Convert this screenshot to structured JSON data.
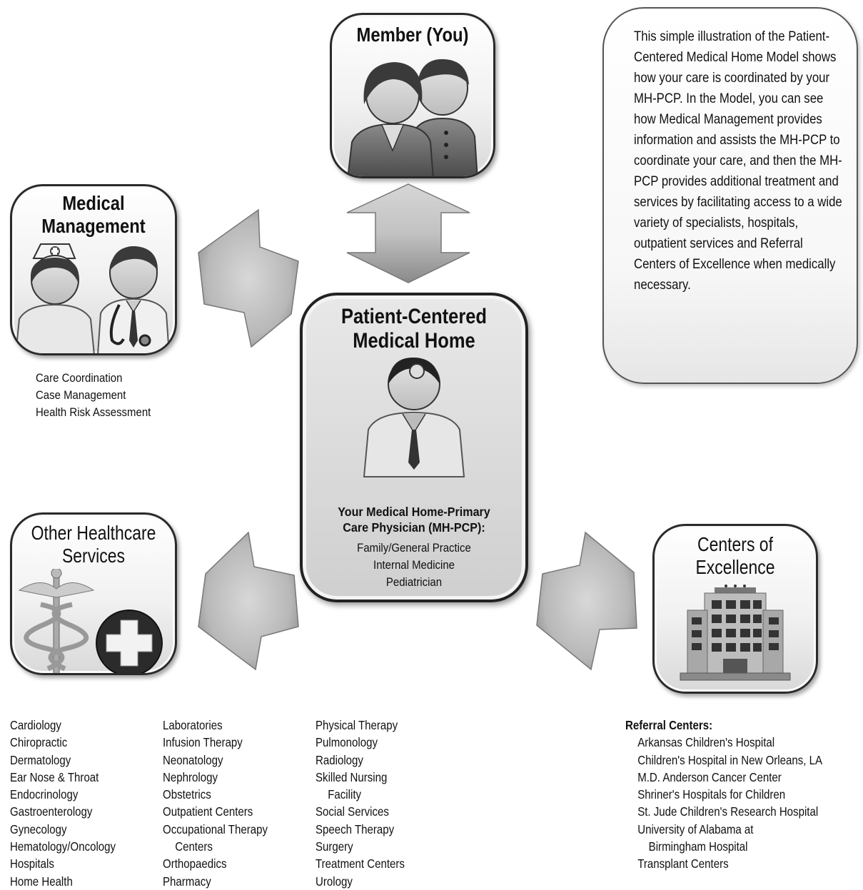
{
  "member": {
    "title": "Member (You)"
  },
  "medical_management": {
    "title_line1": "Medical",
    "title_line2": "Management",
    "items": [
      "Care Coordination",
      "Case Management",
      "Health Risk Assessment"
    ]
  },
  "description": "This simple illustration of the Patient-Centered Medical Home Model shows how your care is coordinated by your MH-PCP.  In the Model, you can see how Medical Management provides information and assists the MH-PCP to coordinate your care, and then the MH-PCP provides additional treatment and services by facilitating access to a wide variety of specialists, hospitals, outpatient services and Referral Centers of Excellence when medically necessary.",
  "pcmh": {
    "title_line1": "Patient-Centered",
    "title_line2": "Medical Home",
    "physician_line1": "Your Medical Home-Primary",
    "physician_line2": "Care Physician (MH-PCP):",
    "types": [
      "Family/General Practice",
      "Internal Medicine",
      "Pediatrician"
    ]
  },
  "other_services": {
    "title_line1": "Other Healthcare",
    "title_line2": "Services",
    "col1": [
      "Cardiology",
      "Chiropractic",
      "Dermatology",
      "Ear Nose & Throat",
      "Endocrinology",
      "Gastroenterology",
      "Gynecology",
      "Hematology/Oncology",
      "Hospitals",
      "Home Health"
    ],
    "col2": [
      "Laboratories",
      "Infusion Therapy",
      "Neonatology",
      "Nephrology",
      "Obstetrics",
      "Outpatient Centers",
      "Occupational Therapy",
      "Centers",
      "Orthopaedics",
      "Pharmacy"
    ],
    "col3": [
      "Physical Therapy",
      "Pulmonology",
      "Radiology",
      "Skilled Nursing",
      "Facility",
      "Social Services",
      "Speech Therapy",
      "Surgery",
      "Treatment Centers",
      "Urology"
    ]
  },
  "centers": {
    "title_line1": "Centers of",
    "title_line2": "Excellence",
    "referral_heading": "Referral Centers:",
    "referrals": [
      "Arkansas Children's Hospital",
      "Children's Hospital in New Orleans, LA",
      "M.D. Anderson Cancer Center",
      "Shriner's Hospitals for Children",
      "St. Jude Children's Research Hospital",
      "University of Alabama at",
      "Birmingham Hospital",
      "Transplant Centers"
    ]
  },
  "colors": {
    "arrow_light": "#e0e0e0",
    "arrow_dark": "#8e8e8e",
    "border": "#222222"
  }
}
